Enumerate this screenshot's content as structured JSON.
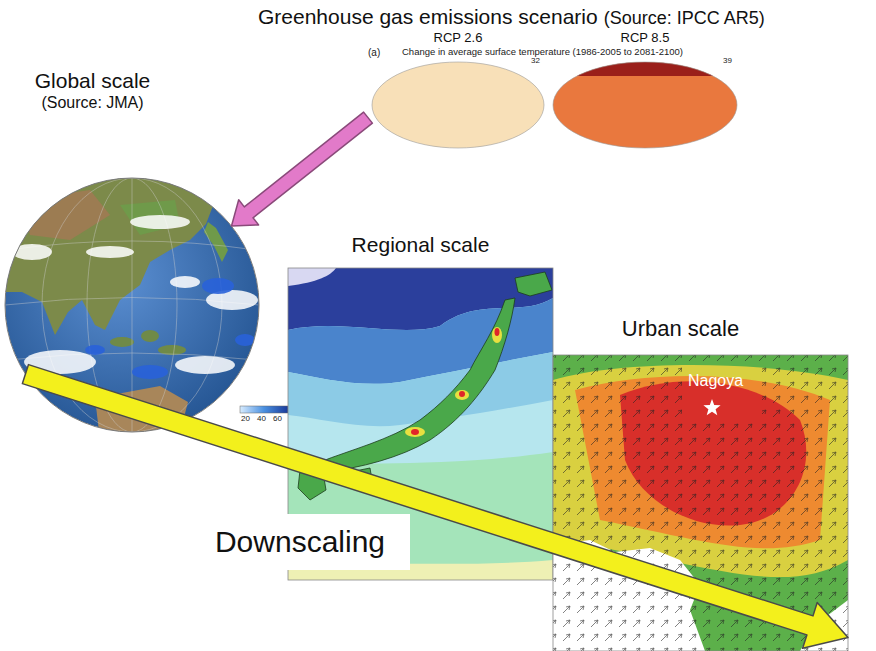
{
  "diagram": {
    "nodes": [
      {
        "text": [
          "Greenhouse gas emissions scenario",
          "(Source: IPCC AR5)"
        ]
      },
      {
        "text": [
          "RCP 2.6"
        ],
        "in": 0
      },
      {
        "text": [
          "RCP 8.5"
        ],
        "in": 0
      },
      {
        "text": [
          "Global scale",
          "(Source: JMA)"
        ]
      },
      {
        "text": [
          "Regional scale"
        ]
      },
      {
        "text": [
          "Urban scale"
        ]
      }
    ],
    "edges": [
      {
        "from": 1,
        "to": 3,
        "arrow": "to"
      },
      {
        "from": 3,
        "to": 5,
        "arrow": "to",
        "label": "Downscaling"
      }
    ],
    "labels": [
      "(a)",
      "Change in average surface temperature (1986-2005 to 2081-2100)",
      "32",
      "39",
      "20",
      "40",
      "60",
      "Nagoya"
    ]
  }
}
